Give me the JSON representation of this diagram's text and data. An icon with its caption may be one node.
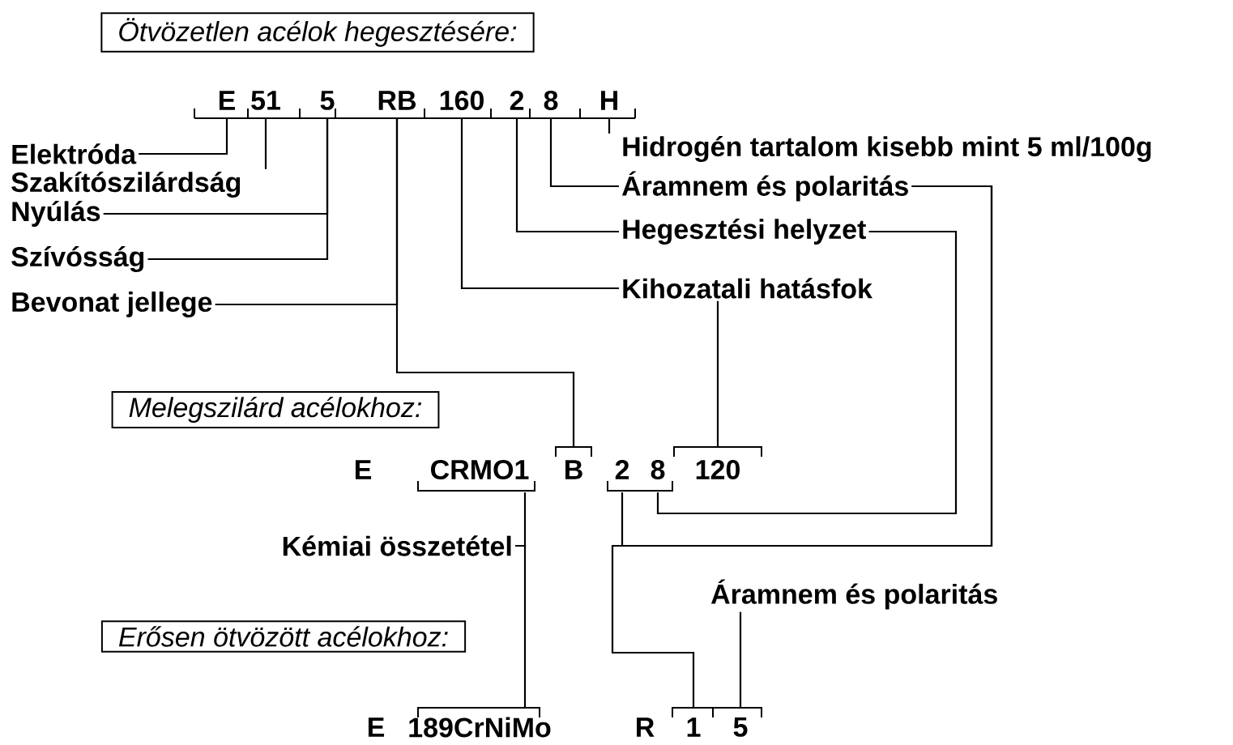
{
  "diagram": {
    "nodes": [
      {
        "text": [
          "Ötvözetlen acélok hegesztésére:"
        ]
      },
      {
        "text": [
          "E"
        ]
      },
      {
        "text": [
          "51"
        ]
      },
      {
        "text": [
          "5"
        ]
      },
      {
        "text": [
          "RB"
        ]
      },
      {
        "text": [
          "160"
        ]
      },
      {
        "text": [
          "2"
        ]
      },
      {
        "text": [
          "8"
        ]
      },
      {
        "text": [
          "H"
        ]
      },
      {
        "text": [
          "Elektróda"
        ]
      },
      {
        "text": [
          "Szakítószilárdság"
        ]
      },
      {
        "text": [
          "Nyúlás"
        ]
      },
      {
        "text": [
          "Szívósság"
        ]
      },
      {
        "text": [
          "Bevonat jellege"
        ]
      },
      {
        "text": [
          "Hidrogén tartalom kisebb mint 5 ml/100g"
        ]
      },
      {
        "text": [
          "Áramnem és polaritás"
        ]
      },
      {
        "text": [
          "Hegesztési helyzet"
        ]
      },
      {
        "text": [
          "Kihozatali hatásfok"
        ]
      },
      {
        "text": [
          "Melegszilárd acélokhoz:"
        ]
      },
      {
        "text": [
          "CRMO1"
        ]
      },
      {
        "text": [
          "B"
        ]
      },
      {
        "text": [
          "2"
        ]
      },
      {
        "text": [
          "8"
        ]
      },
      {
        "text": [
          "120"
        ]
      },
      {
        "text": [
          "Kémiai összetétel"
        ]
      },
      {
        "text": [
          "Erősen ötvözött acélokhoz:"
        ]
      },
      {
        "text": [
          "Áramnem és polaritás"
        ]
      },
      {
        "text": [
          "189CrNiMo"
        ]
      },
      {
        "text": [
          "1"
        ]
      },
      {
        "text": [
          "5"
        ]
      }
    ],
    "edges": [
      {
        "from": 9,
        "to": 1,
        "arrow": "none"
      },
      {
        "from": 10,
        "to": 2,
        "arrow": "none"
      },
      {
        "from": 11,
        "to": 3,
        "arrow": "none"
      },
      {
        "from": 12,
        "to": 3,
        "arrow": "none"
      },
      {
        "from": 13,
        "to": 4,
        "arrow": "none"
      },
      {
        "from": 4,
        "to": 20,
        "arrow": "none"
      },
      {
        "from": 17,
        "to": 5,
        "arrow": "none"
      },
      {
        "from": 17,
        "to": 23,
        "arrow": "none"
      },
      {
        "from": 16,
        "to": 6,
        "arrow": "none"
      },
      {
        "from": 15,
        "to": 7,
        "arrow": "none"
      },
      {
        "from": 14,
        "to": 8,
        "arrow": "none"
      },
      {
        "from": 16,
        "to": 22,
        "arrow": "none"
      },
      {
        "from": 15,
        "to": 21,
        "arrow": "none"
      },
      {
        "from": 15,
        "to": 28,
        "arrow": "none"
      },
      {
        "from": 24,
        "to": 19,
        "arrow": "none"
      },
      {
        "from": 24,
        "to": 27,
        "arrow": "none"
      },
      {
        "from": 26,
        "to": 29,
        "arrow": "none"
      }
    ],
    "labels": [
      "E",
      "E",
      "R"
    ]
  }
}
